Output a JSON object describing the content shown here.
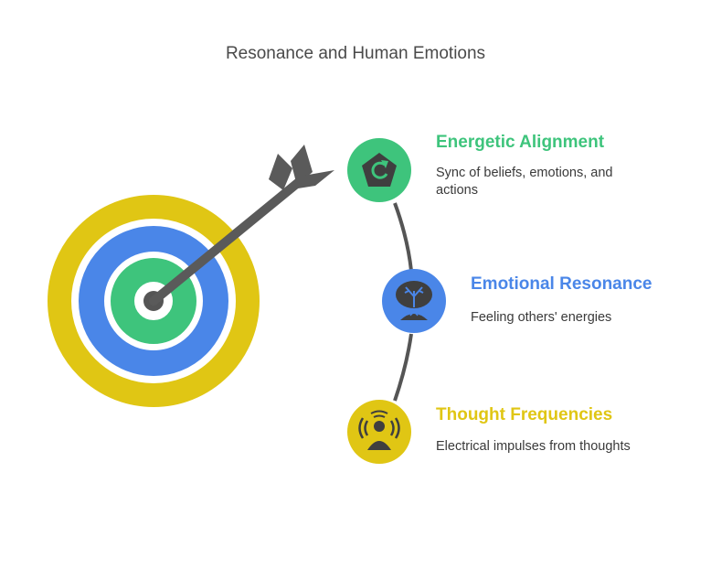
{
  "title": "Resonance and Human Emotions",
  "colors": {
    "green": "#3ec47c",
    "blue": "#4a86e8",
    "yellow": "#e0c614",
    "dark": "#555555",
    "title_text": "#4a4a4a"
  },
  "target": {
    "rings": [
      "yellow",
      "blue",
      "green"
    ],
    "arrow": "dark"
  },
  "items": [
    {
      "title": "Energetic Alignment",
      "description": "Sync of beliefs, emotions, and actions",
      "color": "#3ec47c",
      "icon": "refresh-pentagon-icon"
    },
    {
      "title": "Emotional Resonance",
      "description": "Feeling others' energies",
      "color": "#4a86e8",
      "icon": "emotional-tree-icon"
    },
    {
      "title": "Thought Frequencies",
      "description": "Electrical impulses from thoughts",
      "color": "#e0c614",
      "icon": "person-waves-icon"
    }
  ]
}
